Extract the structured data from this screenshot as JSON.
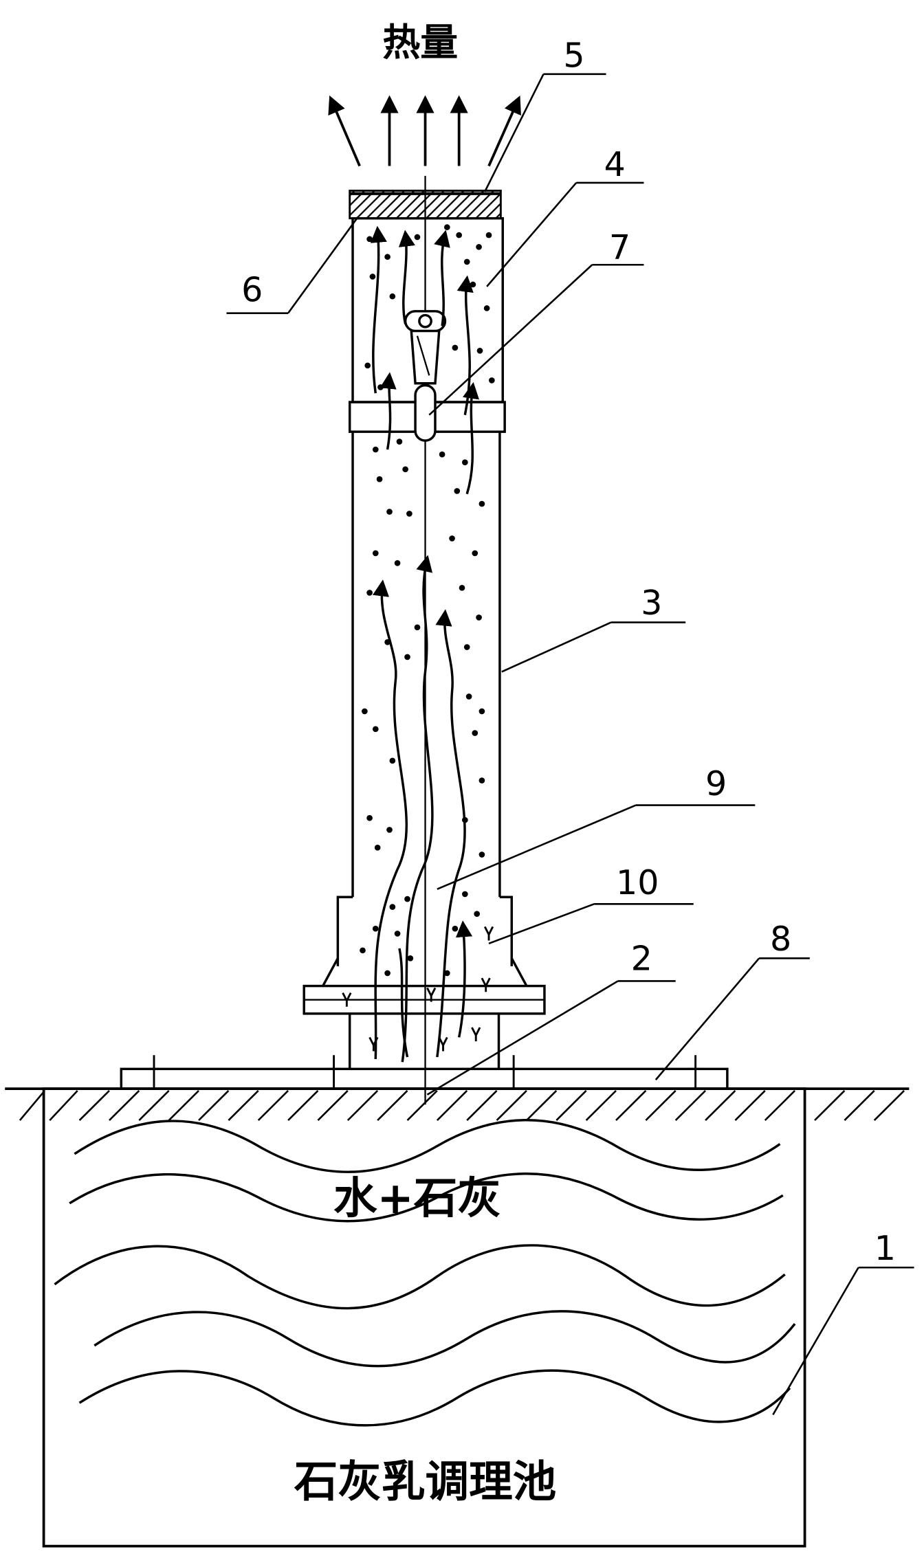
{
  "labels": {
    "heat": "热量",
    "water_lime": "水+石灰",
    "pool_name": "石灰乳调理池"
  },
  "callouts": [
    {
      "id": "1",
      "text": "1"
    },
    {
      "id": "2",
      "text": "2"
    },
    {
      "id": "3",
      "text": "3"
    },
    {
      "id": "4",
      "text": "4"
    },
    {
      "id": "5",
      "text": "5"
    },
    {
      "id": "6",
      "text": "6"
    },
    {
      "id": "7",
      "text": "7"
    },
    {
      "id": "8",
      "text": "8"
    },
    {
      "id": "9",
      "text": "9"
    },
    {
      "id": "10",
      "text": "10"
    }
  ],
  "colors": {
    "line": "#000000",
    "background": "#ffffff"
  }
}
